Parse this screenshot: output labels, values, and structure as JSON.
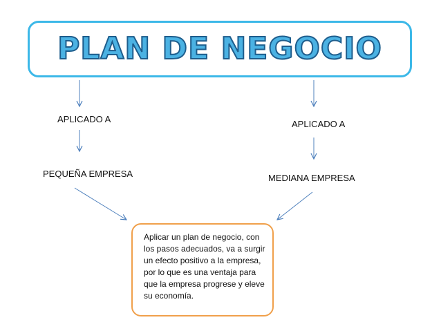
{
  "title": "PLAN DE NEGOCIO",
  "left_branch": {
    "connector_label": "APLICADO A",
    "target": "PEQUEÑA EMPRESA"
  },
  "right_branch": {
    "connector_label": "APLICADO A",
    "target": "MEDIANA EMPRESA"
  },
  "conclusion": "Aplicar un plan de negocio, con los pasos adecuados, va a surgir un efecto positivo a la empresa, por lo que es una ventaja para que la empresa progrese y eleve su economía.",
  "colors": {
    "title_fill": "#4bb2e3",
    "title_outline": "#1e5d8c",
    "title_box_border": "#3cb8e8",
    "conclusion_box_border": "#f0a04b",
    "arrow": "#4f81bd"
  }
}
